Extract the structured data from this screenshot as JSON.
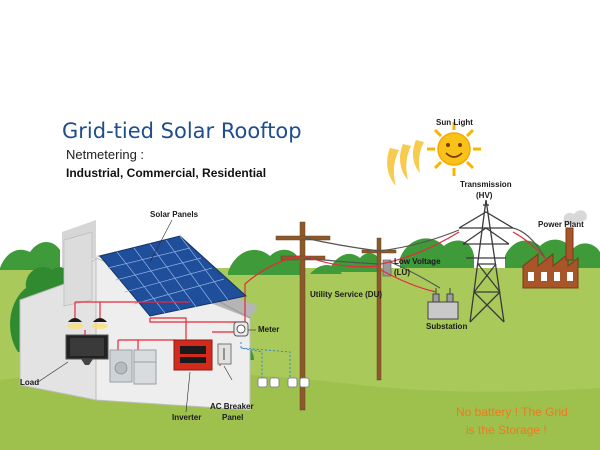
{
  "title": "Grid-tied Solar Rooftop",
  "subtitle": "Netmetering :",
  "categories": "Industrial, Commercial, Residential",
  "labels": {
    "sun_light": "Sun Light",
    "transmission_line1": "Transmission",
    "transmission_line2": "(HV)",
    "power_plant": "Power Plant",
    "solar_panels": "Solar Panels",
    "low_voltage_line1": "Low Voltage",
    "low_voltage_line2": "(LU)",
    "utility_service": "Utility Service (DU)",
    "substation": "Substation",
    "meter": "Meter",
    "load": "Load",
    "ac_breaker_line1": "AC Breaker",
    "ac_breaker_line2": "Panel",
    "inverter": "Inverter"
  },
  "note_line1": "No battery ! The Grid",
  "note_line2": "is the Storage !",
  "colors": {
    "title_blue": "#1f4e8c",
    "grass_green": "#a8c85a",
    "tree_green": "#3f9a3a",
    "wire_red": "#e8283a",
    "sun_yellow": "#f7b500",
    "plant_brown": "#a8552a",
    "inverter_red": "#d42a1e",
    "note_orange": "#ee7a1f"
  }
}
